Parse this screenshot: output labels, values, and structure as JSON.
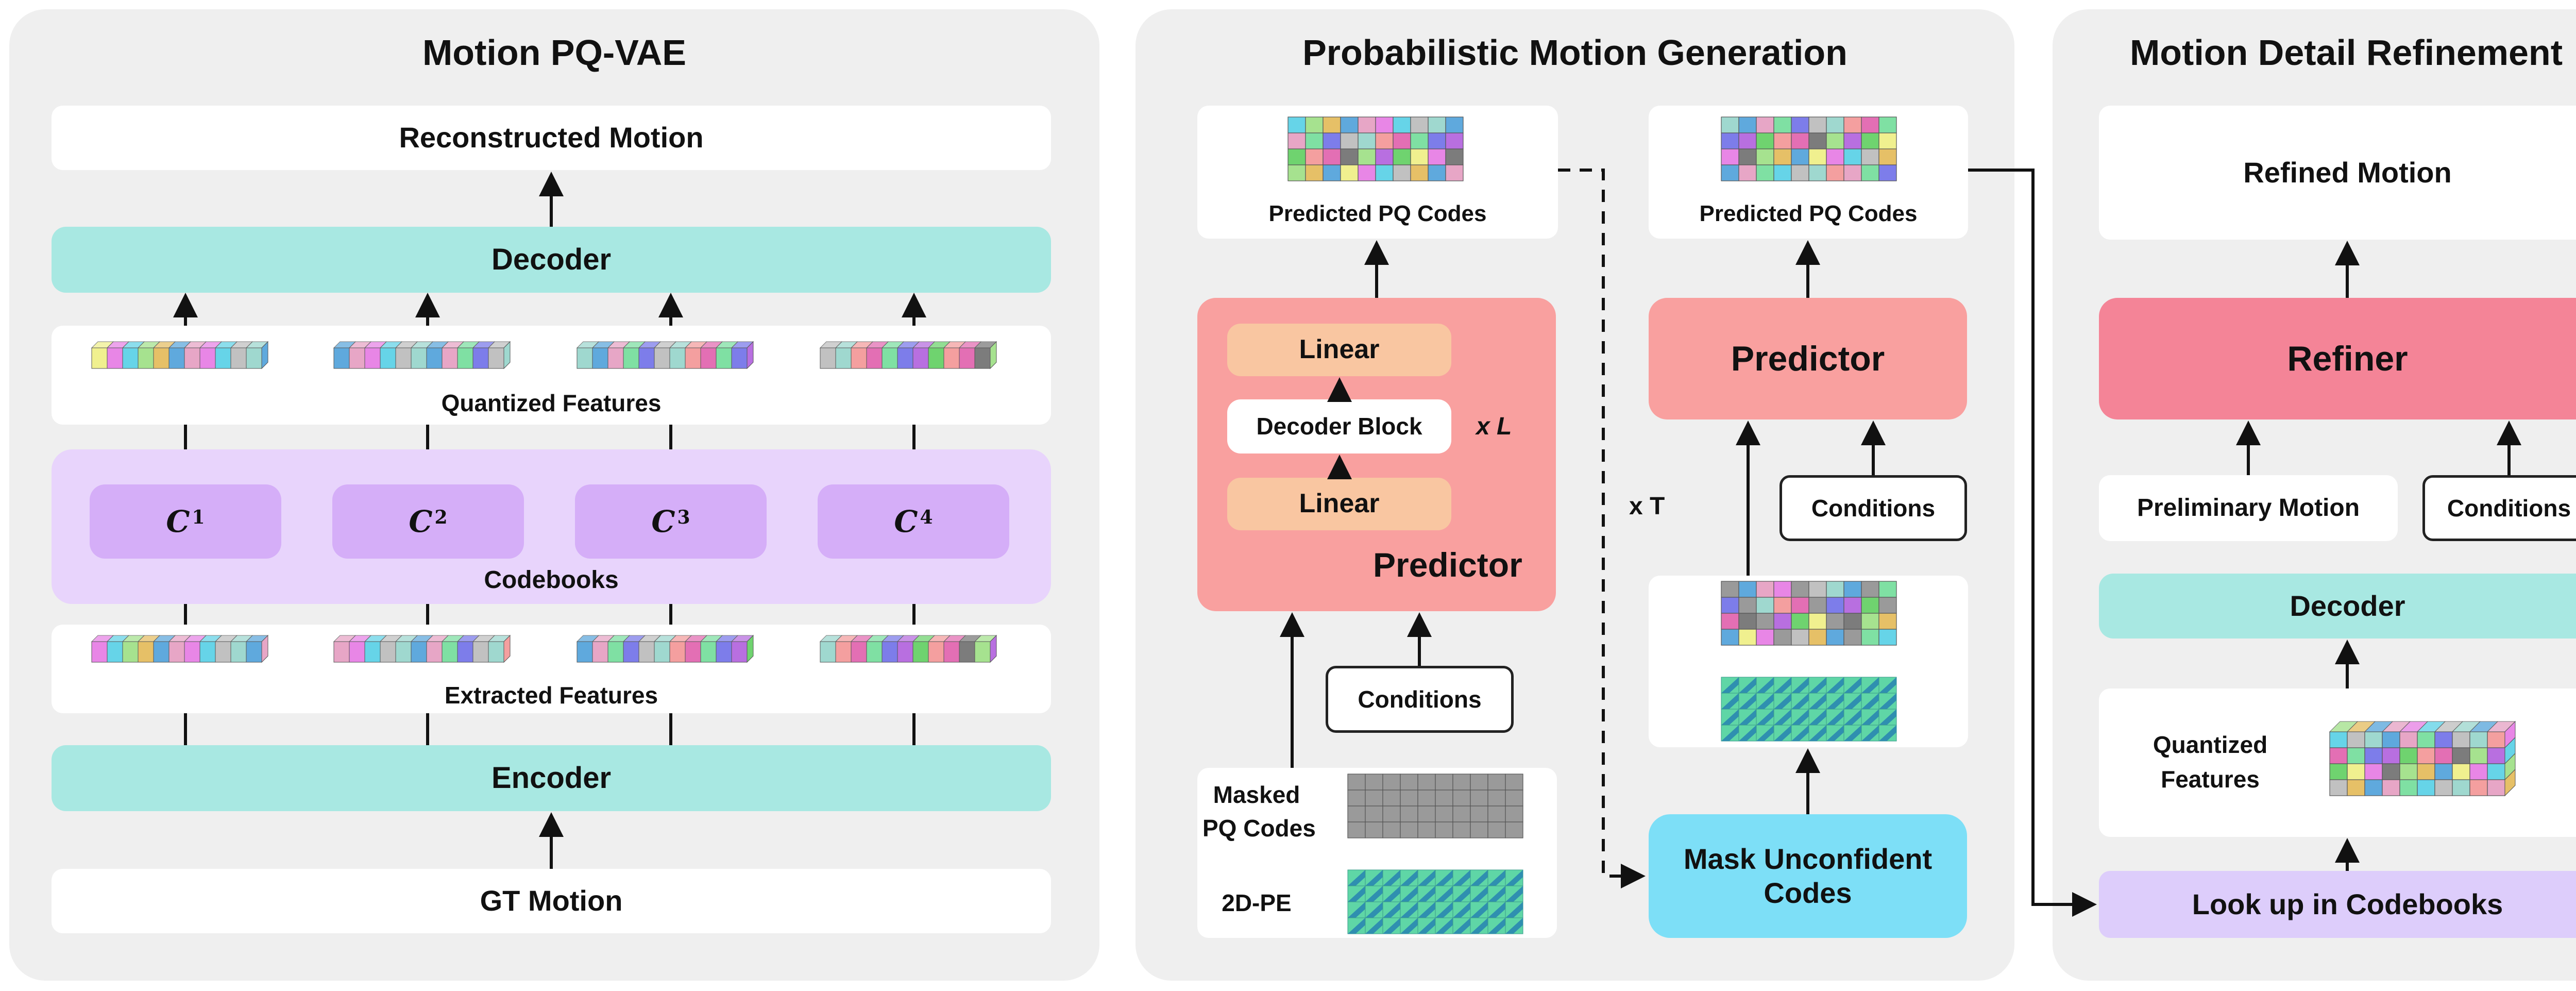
{
  "colors": {
    "panel": "#efefef",
    "teal": "#a8e8e2",
    "codebooks_bg": "#e8d4fc",
    "codebook": "#d5aef8",
    "predictor": "#f9a09f",
    "linear": "#f9c6a1",
    "refiner": "#f48497",
    "mask": "#7ddff7",
    "lookup": "#ddcdfb"
  },
  "palette": [
    "#6fd36f",
    "#e36fb4",
    "#7d7dea",
    "#9fd8cf",
    "#e7a6c6",
    "#66d4e8",
    "#e6c067",
    "#f0f08f",
    "#7c7c7c",
    "#b86fe0",
    "#f49f9f",
    "#7fe0a3",
    "#c1c1c1",
    "#5fa9dd",
    "#e886e6",
    "#a6e28f"
  ],
  "vae": {
    "title": "Motion PQ-VAE",
    "reconstructed": "Reconstructed Motion",
    "decoder": "Decoder",
    "quantized_label": "Quantized Features",
    "codebooks_label": "Codebooks",
    "codebooks": [
      {
        "symbol": "C",
        "index": "1"
      },
      {
        "symbol": "C",
        "index": "2"
      },
      {
        "symbol": "C",
        "index": "3"
      },
      {
        "symbol": "C",
        "index": "4"
      }
    ],
    "extracted_label": "Extracted Features",
    "encoder": "Encoder",
    "gt": "GT Motion"
  },
  "gen": {
    "title": "Probabilistic Motion Generation",
    "predicted_left": "Predicted PQ Codes",
    "predicted_right": "Predicted PQ Codes",
    "linear_top": "Linear",
    "decoder_block": "Decoder Block",
    "repeat_l": "x L",
    "linear_bottom": "Linear",
    "predictor_left": "Predictor",
    "conditions_left": "Conditions",
    "masked_line1": "Masked",
    "masked_line2": "PQ Codes",
    "pe": "2D-PE",
    "repeat_t": "x T",
    "predictor_right": "Predictor",
    "conditions_right": "Conditions",
    "mask_line1": "Mask Unconfident",
    "mask_line2": "Codes"
  },
  "ref": {
    "title": "Motion Detail Refinement",
    "refined": "Refined Motion",
    "refiner": "Refiner",
    "preliminary": "Preliminary Motion",
    "conditions": "Conditions",
    "decoder": "Decoder",
    "quantized_line1": "Quantized",
    "quantized_line2": "Features",
    "lookup": "Look up in Codebooks"
  }
}
